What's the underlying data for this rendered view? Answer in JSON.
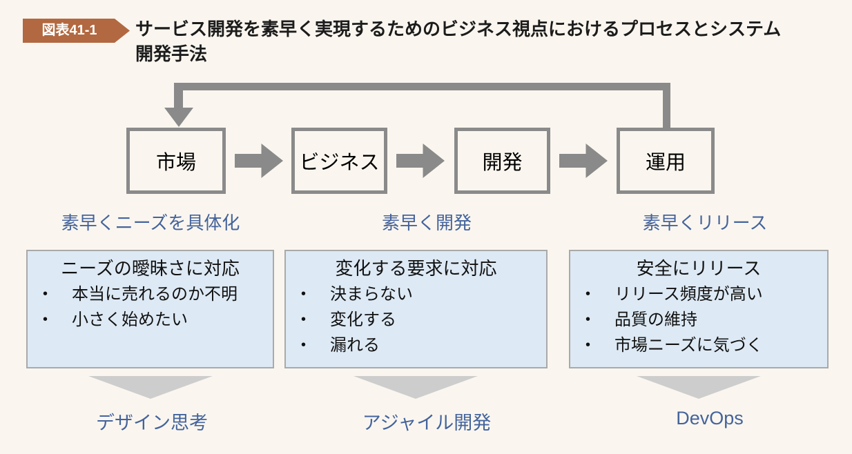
{
  "figure": {
    "badge_label": "図表41-1",
    "title_line1": "サービス開発を素早く実現するためのビジネス視点におけるプロセスとシステム",
    "title_line2": "開発手法"
  },
  "flow": {
    "nodes": [
      {
        "label": "市場"
      },
      {
        "label": "ビジネス"
      },
      {
        "label": "開発"
      },
      {
        "label": "運用"
      }
    ]
  },
  "bullet_glyph": "•",
  "sections": [
    {
      "goal_label": "素早くニーズを具体化",
      "box_title": "ニーズの曖昧さに対応",
      "bullets": [
        "本当に売れるのか不明",
        "小さく始めたい"
      ],
      "method_label": "デザイン思考"
    },
    {
      "goal_label": "素早く開発",
      "box_title": "変化する要求に対応",
      "bullets": [
        "決まらない",
        "変化する",
        "漏れる"
      ],
      "method_label": "アジャイル開発"
    },
    {
      "goal_label": "素早くリリース",
      "box_title": "安全にリリース",
      "bullets": [
        "リリース頻度が高い",
        "品質の維持",
        "市場ニーズに気づく"
      ],
      "method_label": "DevOps"
    }
  ],
  "colors": {
    "background": "#faf6ef",
    "badge": "#b26840",
    "badge_text": "#ffffff",
    "title_text": "#1c1c1c",
    "flow_gray": "#8a8a8a",
    "blue_text": "#44639c",
    "panel_fill": "#dde9f4",
    "panel_border": "#a9a9a9",
    "triangle_gray": "#cdcdcd"
  }
}
